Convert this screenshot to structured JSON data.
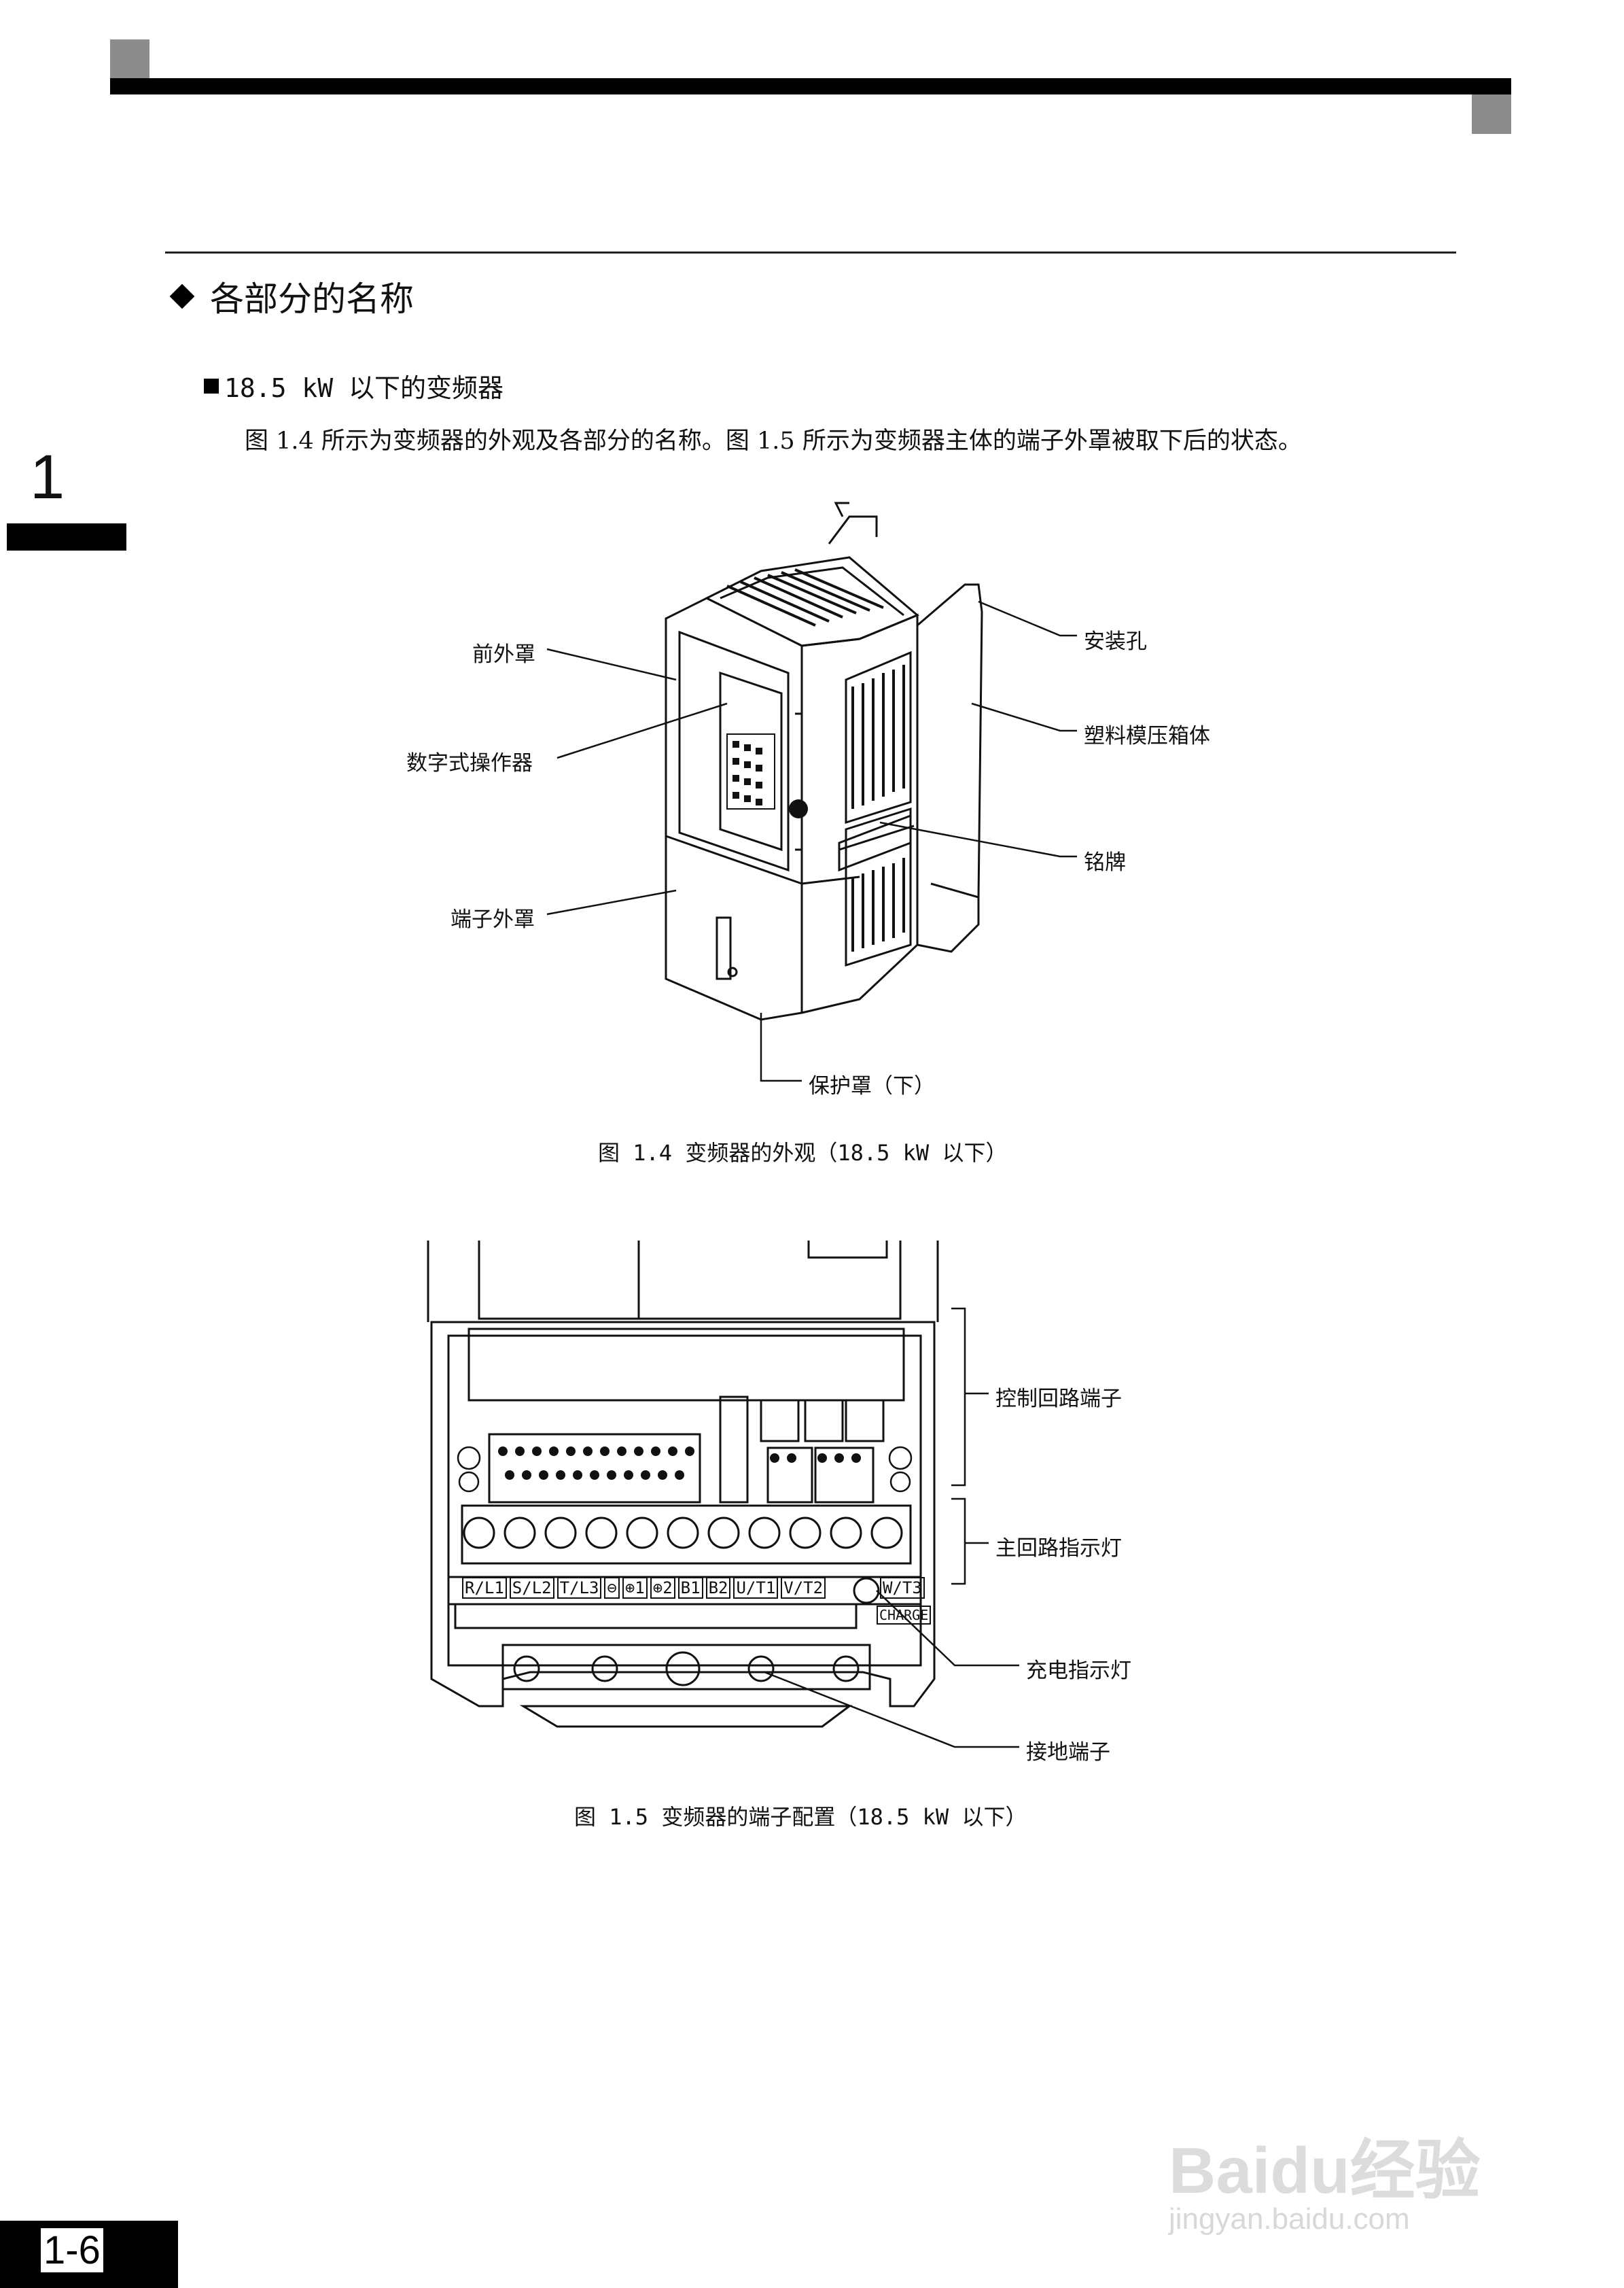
{
  "section_title": "各部分的名称",
  "sub_title": "18.5 kW 以下的变频器",
  "paragraph": "图 1.4 所示为变频器的外观及各部分的名称。图 1.5 所示为变频器主体的端子外罩被取下后的状态。",
  "chapter_number": "1",
  "figure1": {
    "caption": "图 1.4  变频器的外观（18.5 kW 以下）",
    "labels": {
      "front_cover": "前外罩",
      "digital_operator": "数字式操作器",
      "terminal_cover": "端子外罩",
      "protective_cover": "保护罩（下）",
      "mounting_hole": "安装孔",
      "plastic_case": "塑料模压箱体",
      "nameplate": "铭牌"
    }
  },
  "figure2": {
    "caption": "图 1.5  变频器的端子配置（18.5 kW 以下）",
    "labels": {
      "control_terminals": "控制回路端子",
      "main_indicator": "主回路指示灯",
      "charge_lamp": "充电指示灯",
      "ground_terminal": "接地端子"
    },
    "terminal_marks": [
      "R/L1",
      "S/L2",
      "T/L3",
      "⊖",
      "⊕1",
      "⊕2",
      "B1",
      "B2",
      "U/T1",
      "V/T2",
      "W/T3"
    ],
    "charge_text": "CHARGE"
  },
  "page_number": "1-6",
  "watermark": {
    "line1": "Baidu经验",
    "line2": "jingyan.baidu.com"
  }
}
